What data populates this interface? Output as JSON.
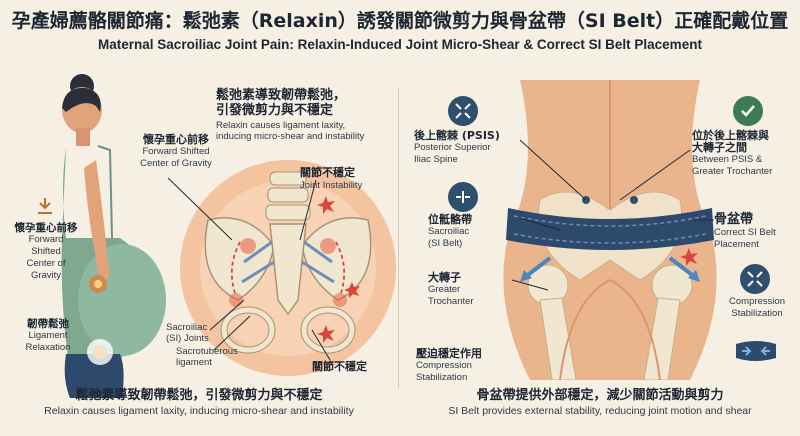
{
  "header": {
    "title": "孕產婦薦骼關節痛：鬆弛素（Relaxin）誘發關節微剪力與骨盆帶（SI Belt）正確配戴位置",
    "subtitle": "Maternal Sacroiliac Joint Pain: Relaxin-Induced Joint Micro-Shear & Correct SI Belt Placement"
  },
  "left_panel": {
    "top_note_zh_1": "鬆弛素導致韌帶鬆弛，",
    "top_note_zh_2": "引發微剪力與不穩定",
    "top_note_en_1": "Relaxin causes ligament laxity,",
    "top_note_en_2": "inducing micro-shear and instability",
    "cog_upper_zh": "懷孕重心前移",
    "cog_upper_en_1": "Forward Shifted",
    "cog_upper_en_2": "Center of Gravity",
    "cog_side_zh": "懷孕重心前移",
    "cog_side_en_1": "Forward",
    "cog_side_en_2": "Shifted",
    "cog_side_en_3": "Center of",
    "cog_side_en_4": "Gravity",
    "ligament_zh": "韌帶鬆弛",
    "ligament_en_1": "Ligament",
    "ligament_en_2": "Relaxation",
    "instability_zh": "關節不穩定",
    "instability_en": "Joint Instability",
    "si_joints_en_1": "Sacroiliac",
    "si_joints_en_2": "(SI) Joints",
    "sacrotub_en_1": "Sacrotuberous",
    "sacrotub_en_2": "ligament",
    "instability_bottom_zh": "關節不穩定",
    "caption_zh": "鬆弛素導致韌帶鬆弛，引發微剪力與不穩定",
    "caption_en": "Relaxin causes ligament laxity, inducing micro-shear and instability"
  },
  "right_panel": {
    "psis_zh": "後上髂棘 (PSIS)",
    "psis_en_1": "Posterior Superior",
    "psis_en_2": "Iliac Spine",
    "belt_pos_zh_1": "位於後上髂棘與",
    "belt_pos_zh_2": "大轉子之間",
    "belt_pos_en_1": "Between PSIS &",
    "belt_pos_en_2": "Greater Trochanter",
    "si_belt_zh": "位骶骼帶",
    "si_belt_en_1": "Sacroiliac",
    "si_belt_en_2": "(SI Belt)",
    "pelvic_belt_zh": "骨盆帶",
    "pelvic_belt_en_1": "Correct SI Belt",
    "pelvic_belt_en_2": "Placement",
    "trochanter_zh": "大轉子",
    "trochanter_en_1": "Greater",
    "trochanter_en_2": "Trochanter",
    "compression_en_1": "Compression",
    "compression_en_2": "Stabilization",
    "compress_zh": "壓迫穩定作用",
    "compress_en_1": "Compression",
    "compress_en_2": "Stabilization",
    "caption_zh": "骨盆帶提供外部穩定，減少關節活動與剪力",
    "caption_en": "SI Belt provides external stability, reducing joint motion and shear"
  },
  "colors": {
    "background": "#f6efe3",
    "navy": "#2f4f6e",
    "green": "#3f7a57",
    "red": "#d9473b",
    "skin": "#eab48c",
    "bone": "#f1e6cf"
  }
}
